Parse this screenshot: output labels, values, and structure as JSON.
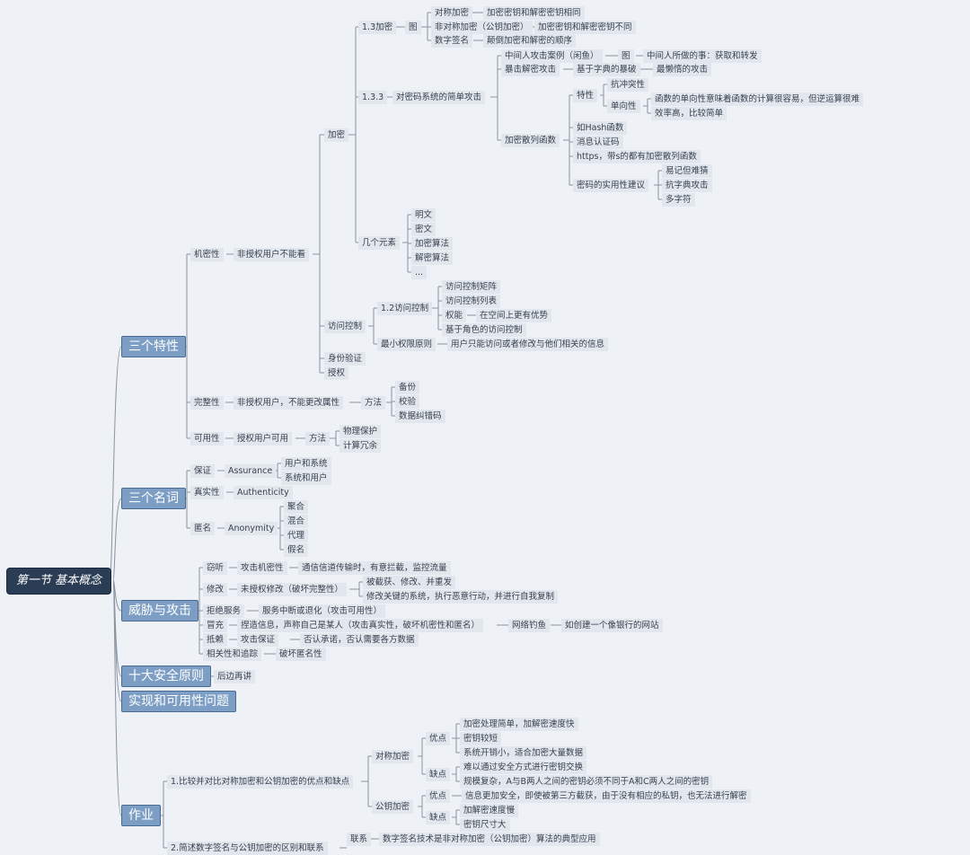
{
  "root": "第一节 基本概念",
  "t1": [
    "三个特性",
    "三个名词",
    "威胁与攻击",
    "十大安全原则",
    "实现和可用性问题",
    "作业"
  ],
  "n": [
    "机密性",
    "非授权用户不能看",
    "加密",
    "1.3加密",
    "图",
    "对称加密",
    "加密密钥和解密密钥相同",
    "非对称加密（公钥加密）",
    "加密密钥和解密密钥不同",
    "数字签名",
    "颠倒加密和解密的顺序",
    "1.3.3",
    "对密码系统的简单攻击",
    "中间人攻击案例（闲鱼）",
    "图",
    "中间人所做的事：获取和转发",
    "暴击解密攻击",
    "基于字典的暴破",
    "最懒惰的攻击",
    "加密散列函数",
    "特性",
    "抗冲突性",
    "单向性",
    "函数的单向性意味着函数的计算很容易，但逆运算很难",
    "效率高，比较简单",
    "如Hash函数",
    "消息认证码",
    "https，带s的都有加密散列函数",
    "密码的实用性建议",
    "易记但难猜",
    "抗字典攻击",
    "多字符",
    "几个元素",
    "明文",
    "密文",
    "加密算法",
    "解密算法",
    "...",
    "访问控制",
    "1.2访问控制",
    "访问控制矩阵",
    "访问控制列表",
    "权能",
    "在空间上更有优势",
    "基于角色的访问控制",
    "最小权限原则",
    "用户只能访问或者修改与他们相关的信息",
    "身份验证",
    "授权",
    "完整性",
    "非授权用户，不能更改属性",
    "方法",
    "备份",
    "校验",
    "数据纠错码",
    "可用性",
    "授权用户可用",
    "方法",
    "物理保护",
    "计算冗余",
    "保证",
    "Assurance",
    "用户和系统",
    "系统和用户",
    "真实性",
    "Authenticity",
    "匿名",
    "Anonymity",
    "聚合",
    "混合",
    "代理",
    "假名",
    "窃听",
    "攻击机密性",
    "通信信道传输时，有意拦截，监控流量",
    "修改",
    "未授权修改（破坏完整性）",
    "被截获、修改、并重发",
    "修改关键的系统，执行恶意行动，并进行自我复制",
    "拒绝服务",
    "服务中断或退化（攻击可用性）",
    "冒充",
    "捏造信息，声称自己是某人（攻击真实性，破坏机密性和匿名）",
    "网络钓鱼",
    "如创建一个像银行的网站",
    "抵赖",
    "攻击保证",
    "否认承诺，否认需要各方数据",
    "相关性和追踪",
    "破坏匿名性",
    "后边再讲",
    "1.比较并对比对称加密和公钥加密的优点和缺点",
    "对称加密",
    "优点",
    "加密处理简单，加解密速度快",
    "密钥较短",
    "系统开销小，适合加密大量数据",
    "缺点",
    "难以通过安全方式进行密钥交换",
    "规模复杂，A与B两人之间的密钥必须不同于A和C两人之间的密钥",
    "公钥加密",
    "优点",
    "信息更加安全，即使被第三方截获，由于没有相应的私钥，也无法进行解密",
    "缺点",
    "加解密速度慢",
    "密钥尺寸大",
    "2.简述数字签名与公钥加密的区别和联系",
    "联系",
    "数字签名技术是非对称加密（公钥加密）算法的典型应用"
  ]
}
